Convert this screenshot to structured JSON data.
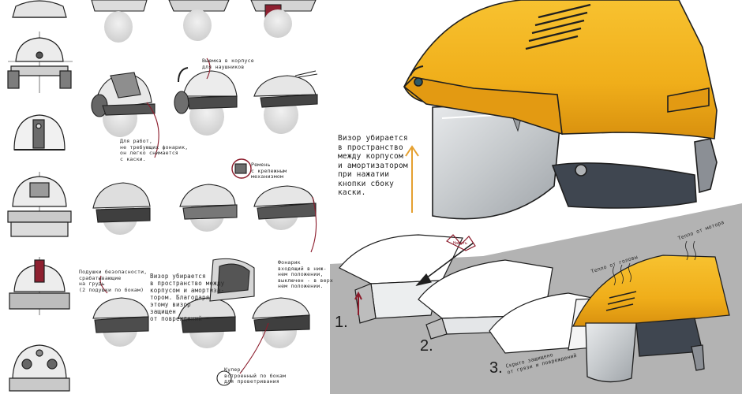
{
  "annotations": {
    "headphone_cutout": "Выемка в корпусе\nдля наушников",
    "flashlight": "Для работ,\nне требующих фонарик,\nон легко снимается\nс каски.",
    "mount": "Ремень\nс крепежным\nмеханизмом",
    "safety_pads": "Подушки безопасности,\nсрабатывающие\nна грудь\n(2 подушки по бокам)",
    "visor_small": "Визор убирается\nв пространство между\nкорпусом и амортиза-\nтором. Благодаря\nэтому визор\nзащищен\nот повреждений",
    "flashlight_right": "Фонарик\nвходящий в ниж-\nнем положении,\nвыключен - в верх\nнем положении.",
    "cooler": "Кулер,\nвстроенный по бокам\nдля проветривания",
    "visor_main": "Визор убирается\nв пространство\nмежду корпусом\nи амортизатором\nпри нажатии\nкнопки сбоку\nкаски.",
    "press_tag": "Нажать",
    "heat_left": "Тепло от головы",
    "heat_right": "Тепло от мотора",
    "step3_note": "Скрыто защищено\nот грязи и повреждений"
  },
  "steps": [
    "1.",
    "2.",
    "3."
  ],
  "colors": {
    "helmet_yellow": "#f2b21c",
    "helmet_orange": "#e39a12",
    "panel_gray": "#b3b3b3",
    "visor_gray": "#c9cccf",
    "ink": "#1f1f1f",
    "red_accent": "#8b1a2a",
    "orange_arrow": "#e5a030"
  }
}
